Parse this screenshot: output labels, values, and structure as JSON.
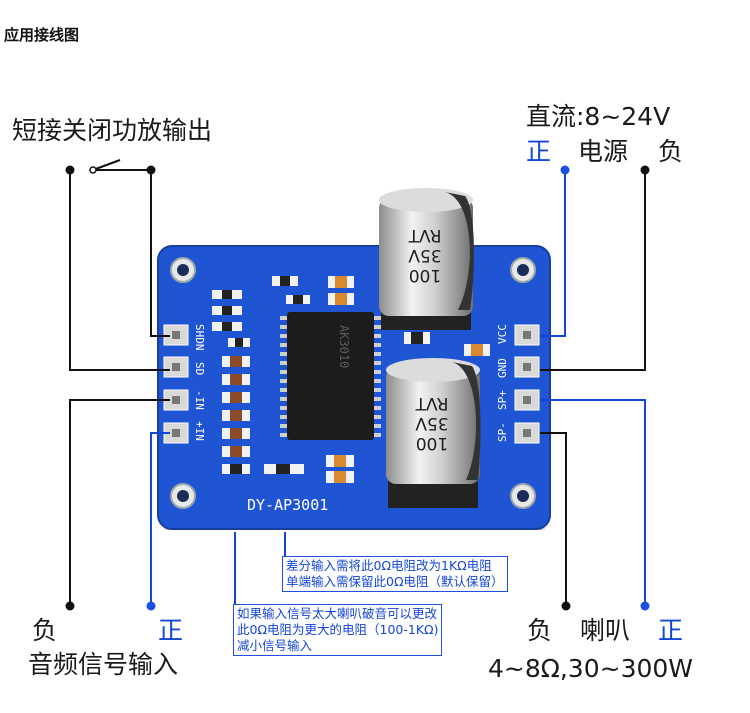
{
  "heading": "应用接线图",
  "labels": {
    "amp_switch": "短接关闭功放输出",
    "power_spec": "直流:8~24V",
    "power_pos": "正",
    "power_name": "电源",
    "power_neg": "负",
    "input_neg": "负",
    "input_pos": "正",
    "input_title": "音频信号输入",
    "spk_neg": "负",
    "spk_name": "喇叭",
    "spk_pos": "正",
    "spk_spec": "4~8Ω,30~300W"
  },
  "notes": {
    "diff": [
      "差分输入需将此0Ω电阻改为1KΩ电阻",
      "单端输入需保留此0Ω电阻（默认保留）"
    ],
    "distort": [
      "如果输入信号太大喇叭破音可以更改",
      "此0Ω电阻为更大的电阻（100-1KΩ)",
      "减小信号输入"
    ]
  },
  "board": {
    "model": "DY-AP3001",
    "left_pins": [
      "+IN",
      "-IN",
      "SD",
      "SHDN"
    ],
    "right_pins": [
      "VCC",
      "GND",
      "SP+",
      "SP-"
    ],
    "cap_value": "100",
    "cap_voltage": "35V",
    "cap_brand": "RVT",
    "chip_marking": "AK3010"
  },
  "colors": {
    "board": "#1f55d2",
    "wire_black": "#111111",
    "wire_blue": "#1446d6",
    "dot_blue": "#1b4fe0"
  }
}
